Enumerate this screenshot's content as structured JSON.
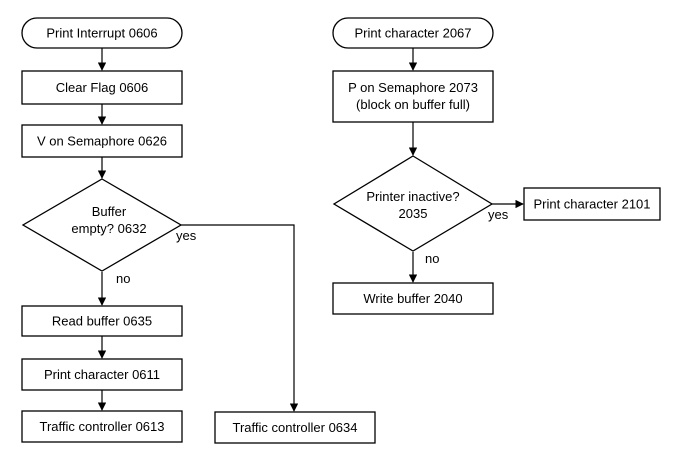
{
  "diagram": {
    "nodes": {
      "print_interrupt": {
        "kind": "terminal",
        "lines": [
          "Print Interrupt 0606"
        ]
      },
      "clear_flag": {
        "kind": "process",
        "lines": [
          "Clear Flag 0606"
        ]
      },
      "v_semaphore": {
        "kind": "process",
        "lines": [
          "V on Semaphore 0626"
        ]
      },
      "buffer_empty": {
        "kind": "decision",
        "lines": [
          "Buffer",
          "empty? 0632"
        ]
      },
      "read_buffer": {
        "kind": "process",
        "lines": [
          "Read buffer 0635"
        ]
      },
      "print_char_0611": {
        "kind": "process",
        "lines": [
          "Print character 0611"
        ]
      },
      "traffic_0613": {
        "kind": "process",
        "lines": [
          "Traffic controller 0613"
        ]
      },
      "traffic_0634": {
        "kind": "process",
        "lines": [
          "Traffic controller 0634"
        ]
      },
      "print_char_2067": {
        "kind": "terminal",
        "lines": [
          "Print character 2067"
        ]
      },
      "p_semaphore": {
        "kind": "process",
        "lines": [
          "P on Semaphore 2073",
          "(block on buffer full)"
        ]
      },
      "printer_inactive": {
        "kind": "decision",
        "lines": [
          "Printer inactive?",
          "2035"
        ]
      },
      "print_char_2101": {
        "kind": "process",
        "lines": [
          "Print character 2101"
        ]
      },
      "write_buffer": {
        "kind": "process",
        "lines": [
          "Write buffer 2040"
        ]
      }
    },
    "edges": [
      {
        "from": "print_interrupt",
        "to": "clear_flag",
        "label": ""
      },
      {
        "from": "clear_flag",
        "to": "v_semaphore",
        "label": ""
      },
      {
        "from": "v_semaphore",
        "to": "buffer_empty",
        "label": ""
      },
      {
        "from": "buffer_empty",
        "to": "read_buffer",
        "label": "no"
      },
      {
        "from": "buffer_empty",
        "to": "traffic_0634",
        "label": "yes"
      },
      {
        "from": "read_buffer",
        "to": "print_char_0611",
        "label": ""
      },
      {
        "from": "print_char_0611",
        "to": "traffic_0613",
        "label": ""
      },
      {
        "from": "print_char_2067",
        "to": "p_semaphore",
        "label": ""
      },
      {
        "from": "p_semaphore",
        "to": "printer_inactive",
        "label": ""
      },
      {
        "from": "printer_inactive",
        "to": "print_char_2101",
        "label": "yes"
      },
      {
        "from": "printer_inactive",
        "to": "write_buffer",
        "label": "no"
      }
    ]
  }
}
